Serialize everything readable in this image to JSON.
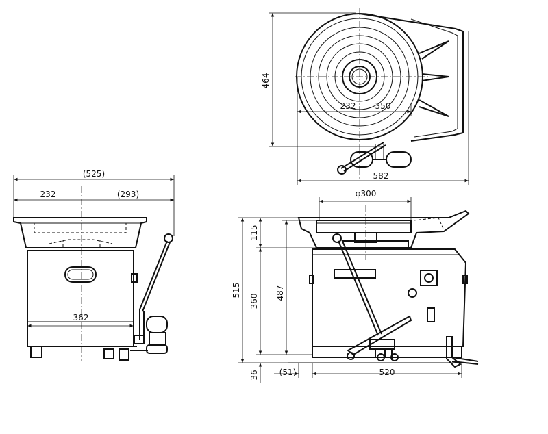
{
  "top_view": {
    "height_dim": "464",
    "width_dim": "582",
    "inner_left_dim": "232",
    "inner_right_dim": "350"
  },
  "front_view": {
    "overall_width": "(525)",
    "left_part": "232",
    "right_part": "(293)",
    "body_width": "362"
  },
  "side_view": {
    "bowl_diameter": "φ300",
    "total_height": "515",
    "bowl_height": "115",
    "body_height": "360",
    "frame_height": "487",
    "foot_height": "36",
    "offset": "(51)",
    "base_length": "520"
  }
}
